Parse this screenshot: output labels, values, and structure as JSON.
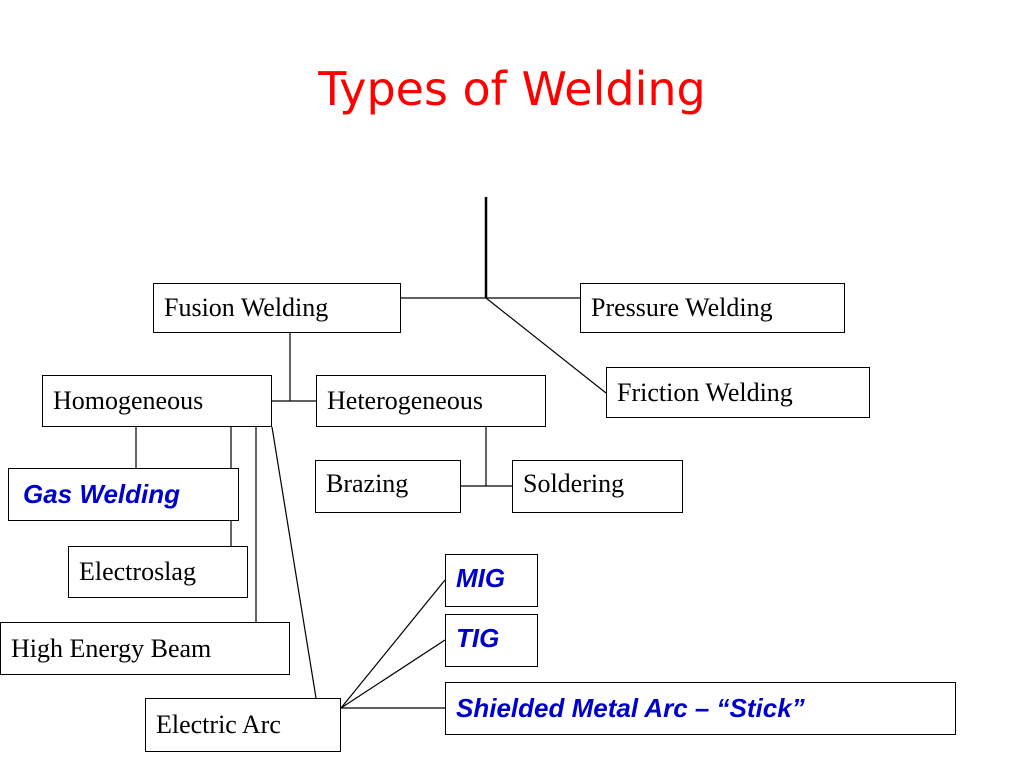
{
  "title": "Types of Welding",
  "nodes": {
    "fusion_welding": "Fusion Welding",
    "pressure_welding": "Pressure Welding",
    "friction_welding": "Friction Welding",
    "homogeneous": "Homogeneous",
    "heterogeneous": "Heterogeneous",
    "brazing": "Brazing",
    "soldering": "Soldering",
    "gas_welding": "Gas Welding",
    "electroslag": "Electroslag",
    "high_energy_beam": "High Energy Beam",
    "electric_arc": "Electric Arc",
    "mig": "MIG",
    "tig": "TIG",
    "shielded_metal_arc": "Shielded Metal Arc – “Stick”"
  },
  "colors": {
    "title": "#ff0000",
    "highlight_text": "#0000cc",
    "line": "#000000"
  }
}
